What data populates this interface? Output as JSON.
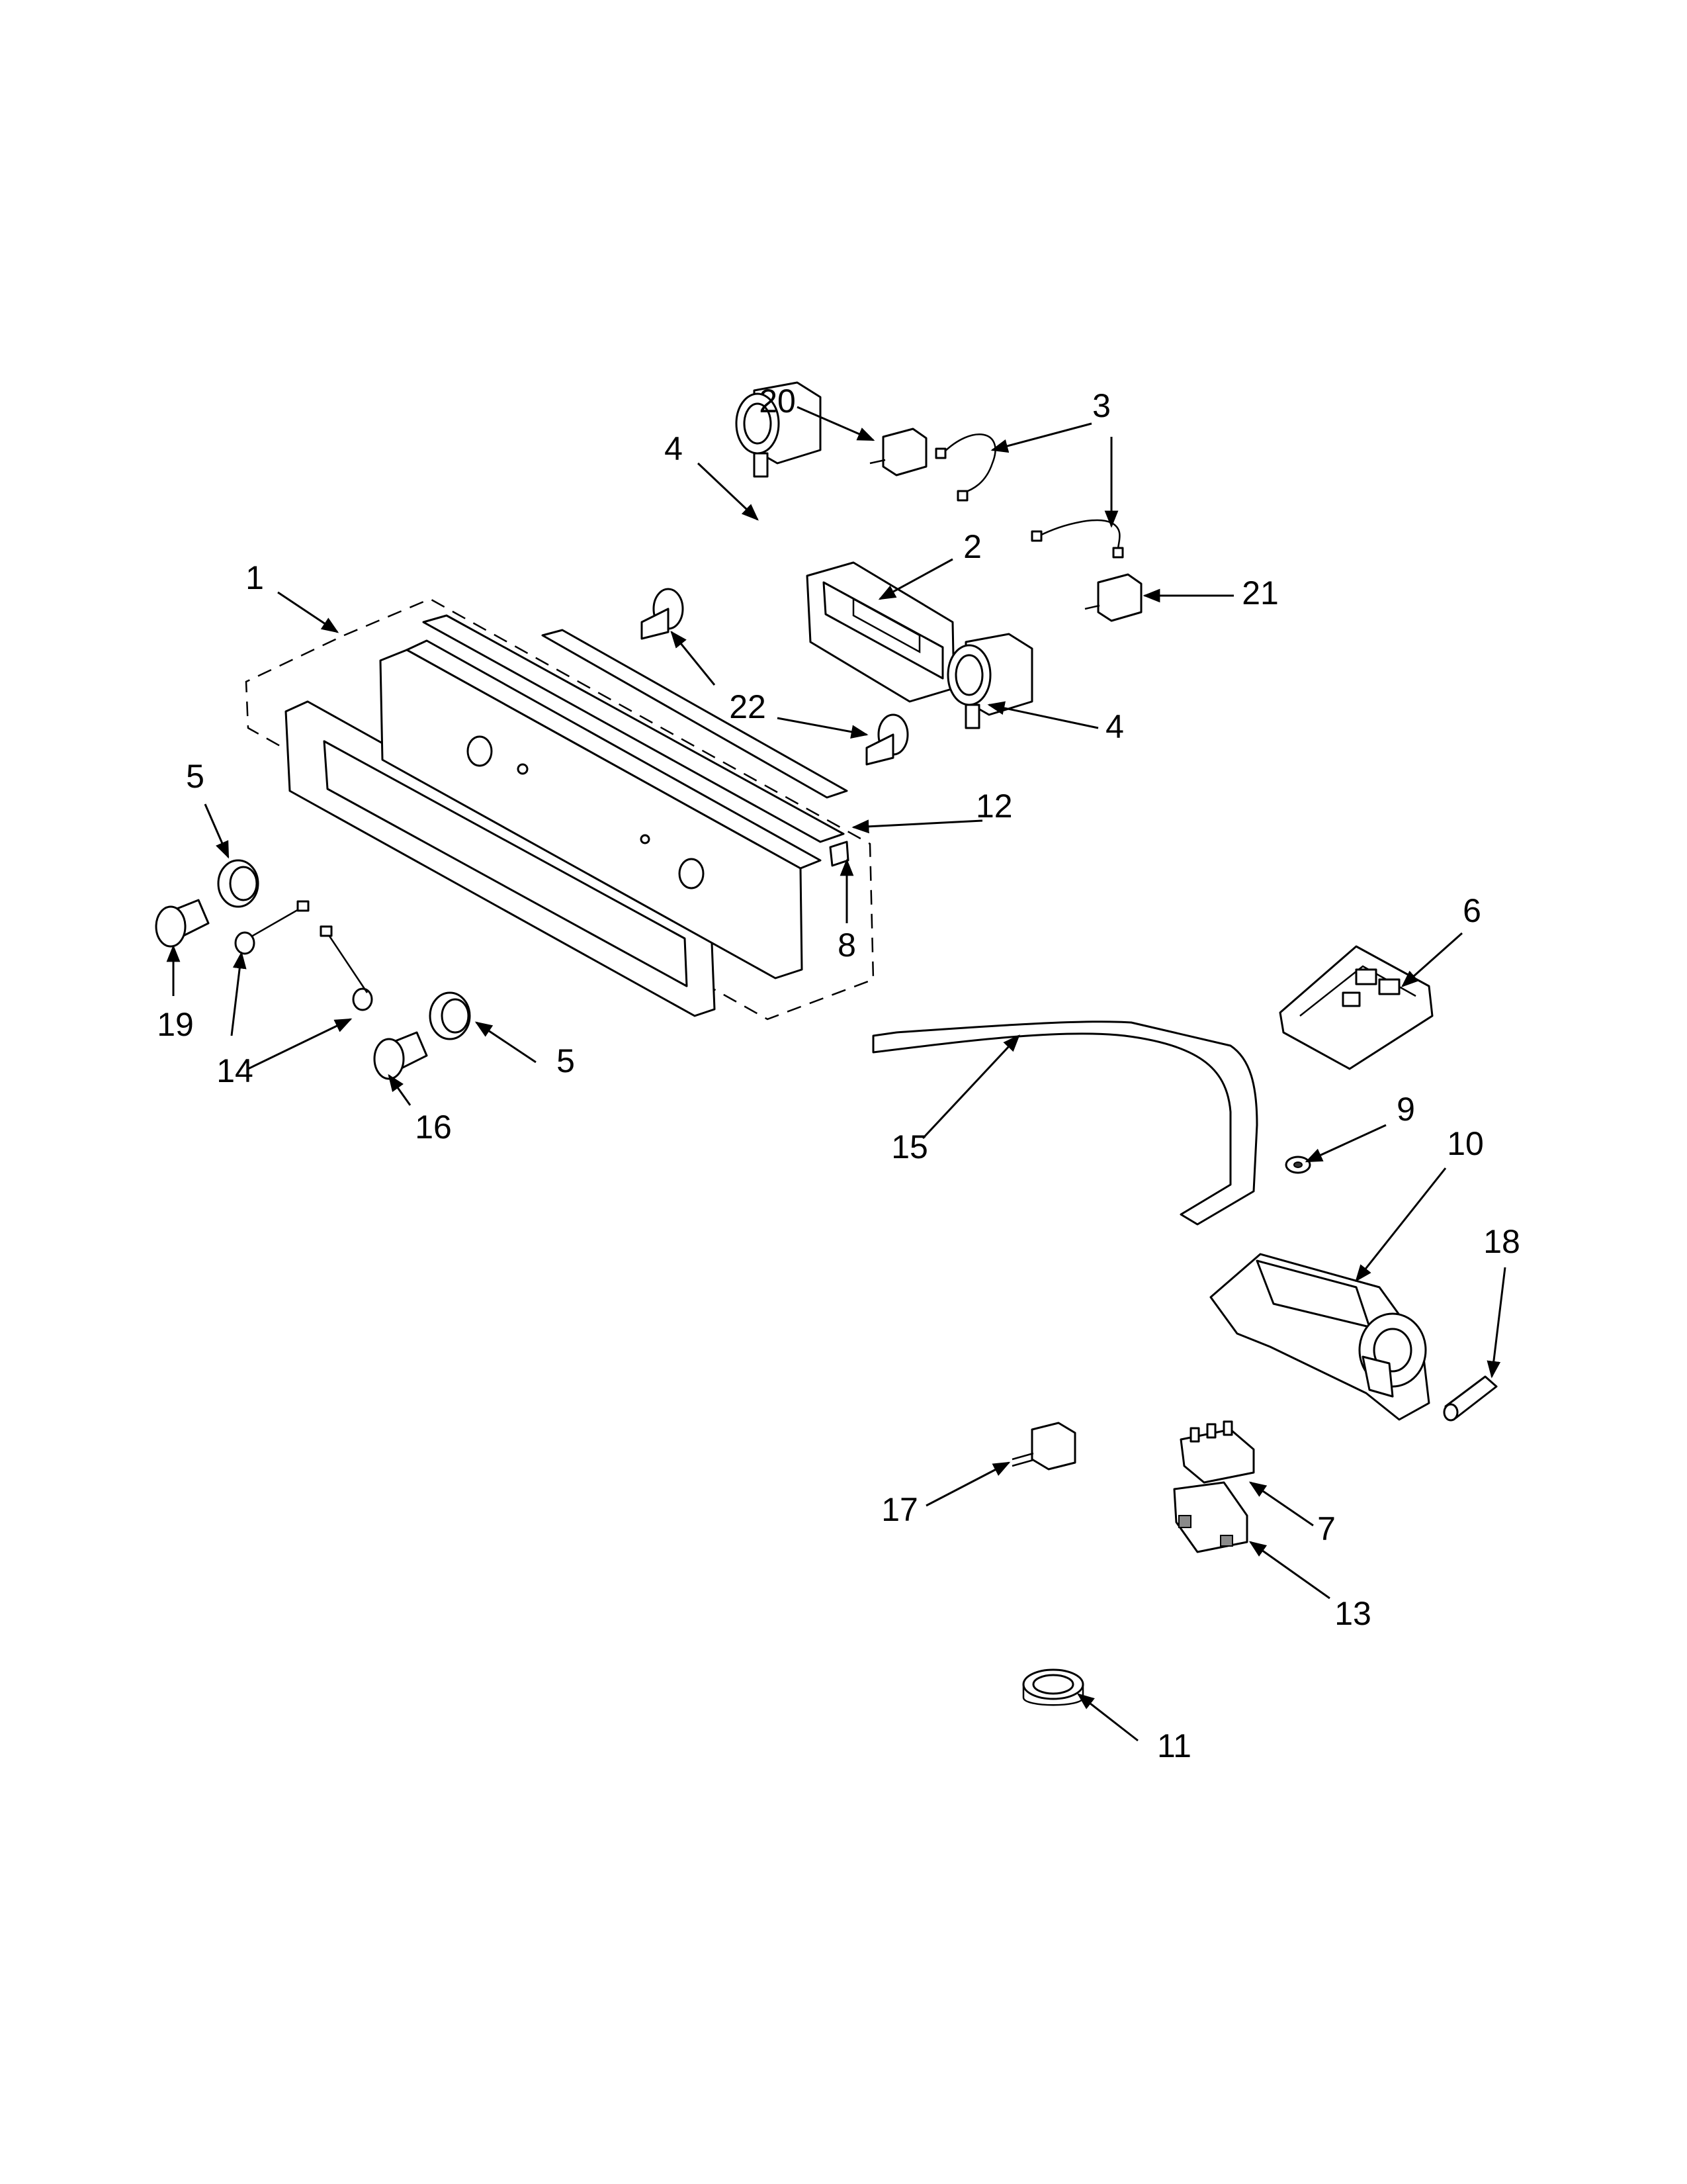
{
  "callouts": [
    "1",
    "2",
    "3",
    "3",
    "4",
    "4",
    "5",
    "5",
    "6",
    "7",
    "8",
    "9",
    "10",
    "11",
    "12",
    "13",
    "14",
    "14",
    "15",
    "16",
    "17",
    "18",
    "19",
    "20",
    "21",
    "22",
    "22"
  ]
}
